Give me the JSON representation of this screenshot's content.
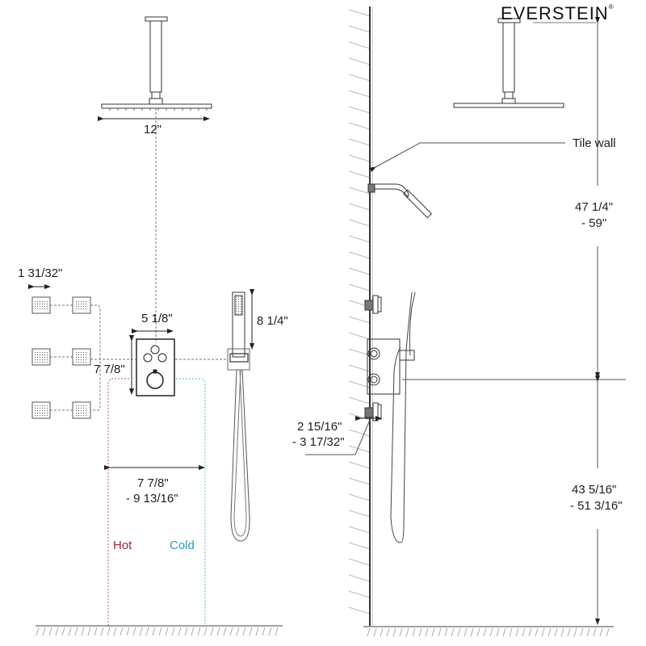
{
  "brand": {
    "name": "EVERSTEIN",
    "mark": "®"
  },
  "left_view": {
    "rain_head_width": "12\"",
    "body_jet_width": "1 31/32\"",
    "valve_width": "5 1/8\"",
    "valve_height": "7 7/8\"",
    "handheld_height": "8 1/4\"",
    "pipe_spacing_line1": "7 7/8\"",
    "pipe_spacing_line2": "- 9 13/16\"",
    "hot_label": "Hot",
    "cold_label": "Cold",
    "hot_color": "#a0262c",
    "cold_color": "#2a9cc6"
  },
  "right_view": {
    "tile_wall_label": "Tile wall",
    "wall_depth_line1": "2 15/16\"",
    "wall_depth_line2": "- 3 17/32\"",
    "head_height_line1": "47 1/4\"",
    "head_height_line2": "- 59\"",
    "valve_height_line1": "43 5/16\"",
    "valve_height_line2": "- 51 3/16\""
  }
}
